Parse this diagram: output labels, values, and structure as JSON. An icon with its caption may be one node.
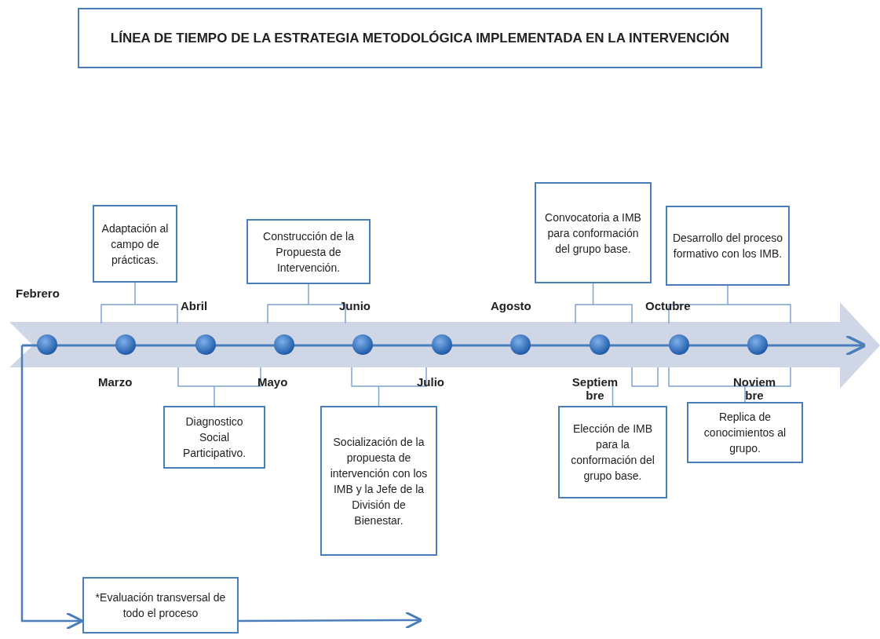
{
  "diagram": {
    "title": "LÍNEA DE TIEMPO  DE LA ESTRATEGIA METODOLÓGICA IMPLEMENTADA EN LA INTERVENCIÓN",
    "nodes": [
      {
        "text": [
          "Adaptación al campo de prácticas."
        ]
      },
      {
        "text": [
          "Construcción de la Propuesta de Intervención."
        ]
      },
      {
        "text": [
          "Convocatoria a IMB para conformación del grupo base."
        ]
      },
      {
        "text": [
          "Desarrollo del proceso formativo con los IMB."
        ]
      },
      {
        "text": [
          "Diagnostico Social Participativo."
        ]
      },
      {
        "text": [
          "Socialización de la propuesta de intervención con los IMB y la Jefe de la División de Bienestar."
        ]
      },
      {
        "text": [
          "Elección de IMB para la conformación del grupo base."
        ]
      },
      {
        "text": [
          "Replica de conocimientos al grupo."
        ]
      },
      {
        "text": [
          "*Evaluación transversal de todo el proceso"
        ]
      }
    ],
    "edges": [
      {
        "from": null,
        "to": 8,
        "arrow": "to"
      },
      {
        "from": 8,
        "to": null,
        "arrow": "to"
      }
    ],
    "labels": [
      "Febrero",
      "Abril",
      "Junio",
      "Agosto",
      "Octubre",
      "Marzo",
      "Mayo",
      "Julio",
      "Septiem bre",
      "Noviem bre"
    ]
  }
}
